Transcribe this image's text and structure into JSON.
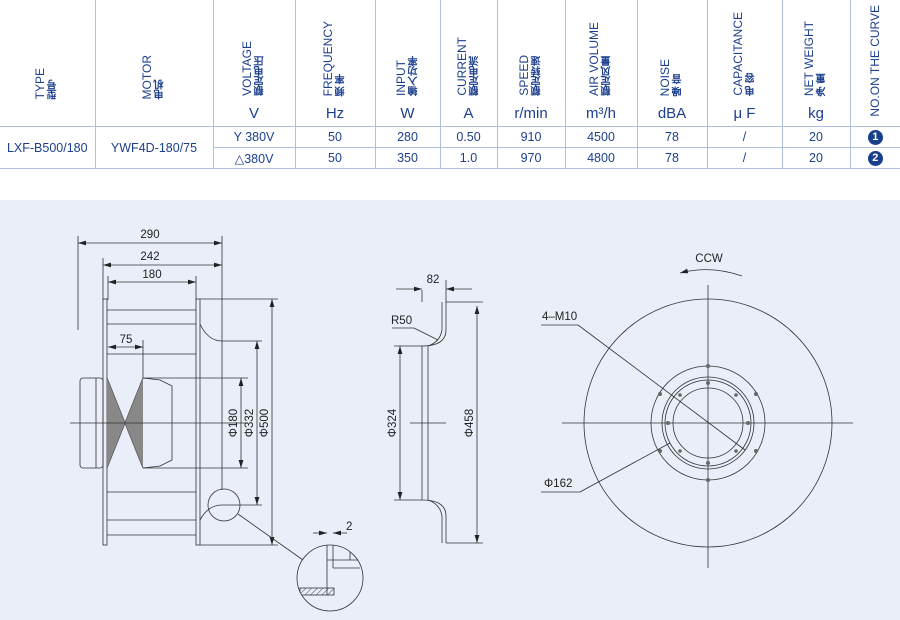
{
  "table": {
    "headers": [
      {
        "en": "TYPE",
        "zh": "型号",
        "unit": ""
      },
      {
        "en": "MOTOR",
        "zh": "电机",
        "unit": ""
      },
      {
        "en": "VOLTAGE",
        "zh": "额定电压",
        "unit": "V"
      },
      {
        "en": "FREQUENCY",
        "zh": "频 率",
        "unit": "Hz"
      },
      {
        "en": "INPUT",
        "zh": "输入功率",
        "unit": "W"
      },
      {
        "en": "CURRENT",
        "zh": "额定电流",
        "unit": "A"
      },
      {
        "en": "SPEED",
        "zh": "额定转速",
        "unit": "r/min"
      },
      {
        "en": "AIR VOLUME",
        "zh": "额定风量",
        "unit": "m³/h"
      },
      {
        "en": "NOISE",
        "zh": "噪 音",
        "unit": "dBA"
      },
      {
        "en": "CAPACITANCE",
        "zh": "电 容",
        "unit": "μ F"
      },
      {
        "en": "NET WEIGHT",
        "zh": "净 重",
        "unit": "kg"
      },
      {
        "en": "NO.ON THE CURVE",
        "zh": "",
        "unit": ""
      }
    ],
    "type": "LXF-B500/180",
    "motor": "YWF4D-180/75",
    "rows": [
      {
        "voltage": "Y 380V",
        "frequency": "50",
        "input": "280",
        "current": "0.50",
        "speed": "910",
        "air_volume": "4500",
        "noise": "78",
        "capacitance": "/",
        "weight": "20",
        "curve": "1"
      },
      {
        "voltage": "△380V",
        "frequency": "50",
        "input": "350",
        "current": "1.0",
        "speed": "970",
        "air_volume": "4800",
        "noise": "78",
        "capacitance": "/",
        "weight": "20",
        "curve": "2"
      }
    ]
  },
  "drawing": {
    "dim_290": "290",
    "dim_242": "242",
    "dim_180": "180",
    "dim_75": "75",
    "dia_180": "Φ180",
    "dia_332": "Φ332",
    "dia_500": "Φ500",
    "dim_2": "2",
    "dim_82": "82",
    "r50": "R50",
    "dia_324": "Φ324",
    "dia_458": "Φ458",
    "ccw": "CCW",
    "bolts": "4–M10",
    "dia_162": "Φ162"
  }
}
